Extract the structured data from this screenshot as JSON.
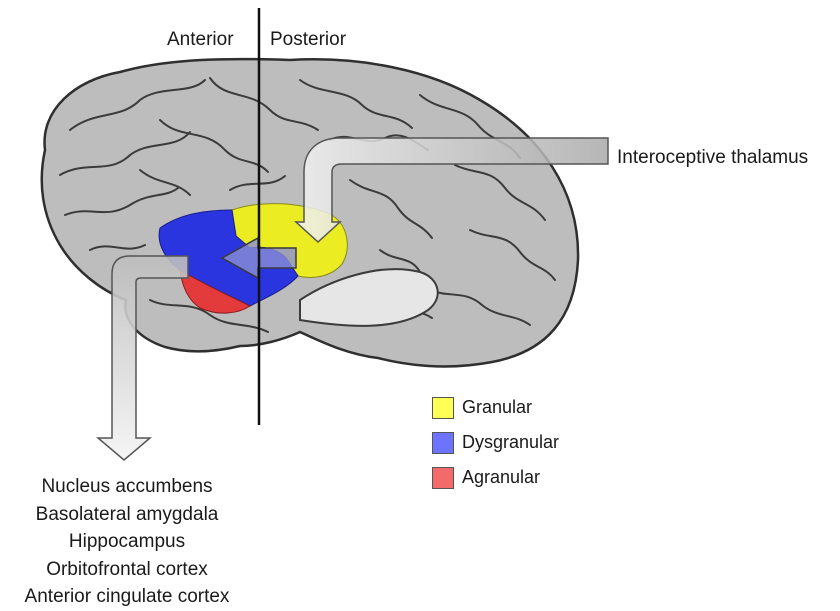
{
  "orientation": {
    "anterior": "Anterior",
    "posterior": "Posterior"
  },
  "inputs": {
    "thalamus_label": "Interoceptive thalamus"
  },
  "outputs": {
    "targets": [
      "Nucleus accumbens",
      "Basolateral amygdala",
      "Hippocampus",
      "Orbitofrontal cortex",
      "Anterior cingulate cortex"
    ]
  },
  "legend": {
    "items": [
      {
        "label": "Granular",
        "color": "#ffff55"
      },
      {
        "label": "Dysgranular",
        "color": "#6b73ff"
      },
      {
        "label": "Agranular",
        "color": "#f26a6a"
      }
    ]
  },
  "colors": {
    "granular": "#ecec22",
    "dysgranular": "#2a35e0",
    "agranular": "#e33b3b",
    "brain_fill": "#bdbdbd",
    "arrow_fill": "#d6d6d6"
  }
}
